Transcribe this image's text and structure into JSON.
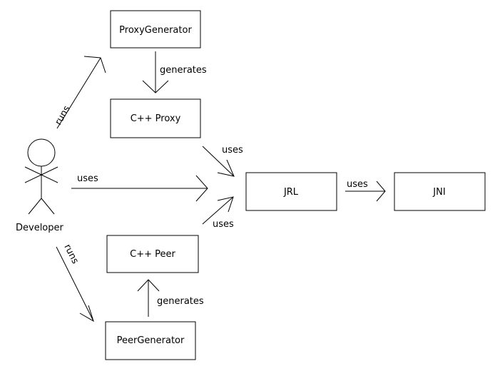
{
  "actor": {
    "label": "Developer"
  },
  "boxes": {
    "proxy_generator": "ProxyGenerator",
    "cpp_proxy": "C++ Proxy",
    "jrl": "JRL",
    "jni": "JNI",
    "cpp_peer": "C++ Peer",
    "peer_generator": "PeerGenerator"
  },
  "edges": {
    "runs_top": "runs",
    "runs_bottom": "runs",
    "generates_proxy": "generates",
    "generates_peer": "generates",
    "uses_developer_jrl": "uses",
    "uses_proxy_jrl": "uses",
    "uses_peer_jrl": "uses",
    "uses_jrl_jni": "uses"
  },
  "colors": {
    "stroke": "#000000",
    "background": "#ffffff"
  }
}
